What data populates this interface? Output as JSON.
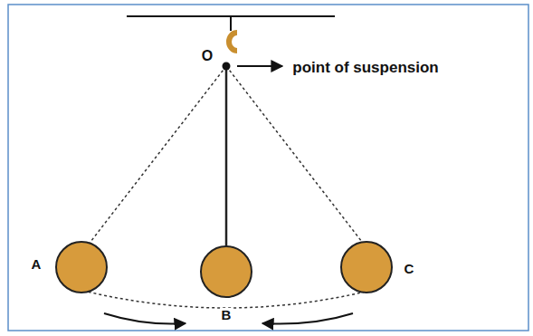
{
  "diagram": {
    "labels": [
      "O",
      "point of suspension",
      "A",
      "B",
      "C"
    ]
  }
}
